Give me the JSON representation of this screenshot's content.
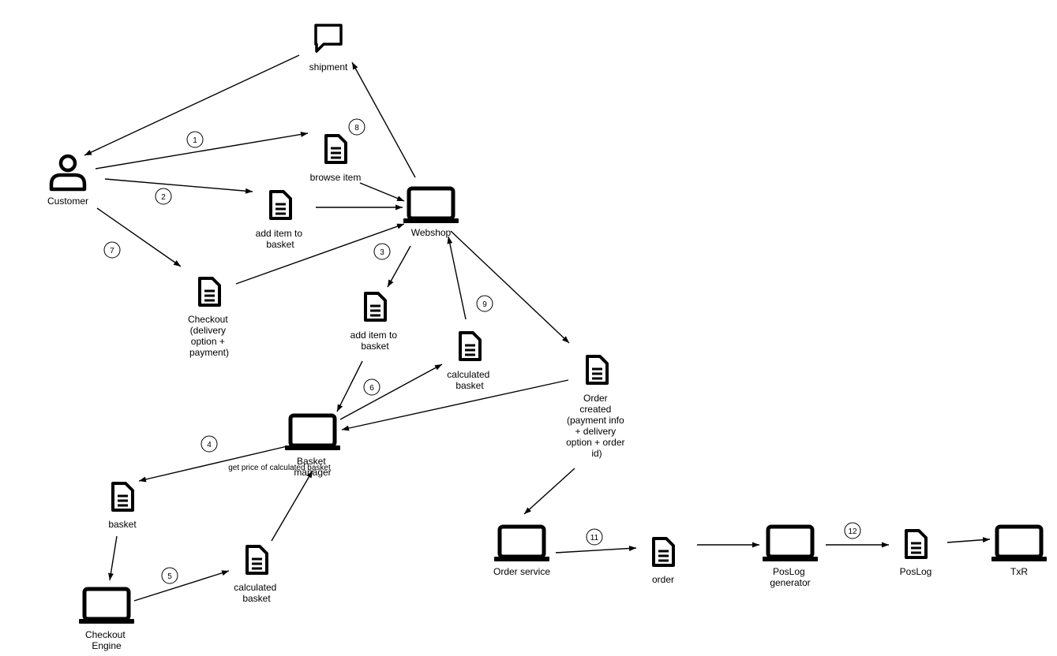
{
  "diagram": {
    "nodes": {
      "shipment": {
        "label": [
          "shipment"
        ],
        "icon": "speech-bubble-icon"
      },
      "customer": {
        "label": [
          "Customer"
        ],
        "icon": "person-icon"
      },
      "browse_item": {
        "label": [
          "browse item"
        ],
        "icon": "document-icon"
      },
      "add_item_top": {
        "label": [
          "add item to",
          "basket"
        ],
        "icon": "document-icon"
      },
      "webshop": {
        "label": [
          "Webshop"
        ],
        "icon": "laptop-icon"
      },
      "checkout_doc": {
        "label": [
          "Checkout",
          "(delivery",
          "option +",
          "payment)"
        ],
        "icon": "document-icon"
      },
      "add_item_mid": {
        "label": [
          "add item to",
          "basket"
        ],
        "icon": "document-icon"
      },
      "calc_basket_top": {
        "label": [
          "calculated",
          "basket"
        ],
        "icon": "document-icon"
      },
      "order_created": {
        "label": [
          "Order",
          "created",
          "(payment info",
          "+ delivery",
          "option + order",
          "id)"
        ],
        "icon": "document-icon"
      },
      "basket_manager": {
        "label": [
          "Basket",
          "manager"
        ],
        "icon": "laptop-icon"
      },
      "basket": {
        "label": [
          "basket"
        ],
        "icon": "document-icon"
      },
      "calc_basket_bottom": {
        "label": [
          "calculated",
          "basket"
        ],
        "icon": "document-icon"
      },
      "checkout_engine": {
        "label": [
          "Checkout",
          "Engine"
        ],
        "icon": "laptop-icon"
      },
      "order_service": {
        "label": [
          "Order service"
        ],
        "icon": "laptop-icon"
      },
      "order": {
        "label": [
          "order"
        ],
        "icon": "document-icon"
      },
      "poslog_generator": {
        "label": [
          "PosLog",
          "generator"
        ],
        "icon": "laptop-icon"
      },
      "poslog": {
        "label": [
          "PosLog"
        ],
        "icon": "document-icon"
      },
      "txr": {
        "label": [
          "TxR"
        ],
        "icon": "laptop-icon"
      }
    },
    "steps": [
      "1",
      "2",
      "3",
      "4",
      "5",
      "6",
      "7",
      "8",
      "9",
      "11",
      "12"
    ],
    "edge_labels": {
      "price_of_calculated_basket": "get price of calculated basket"
    }
  }
}
